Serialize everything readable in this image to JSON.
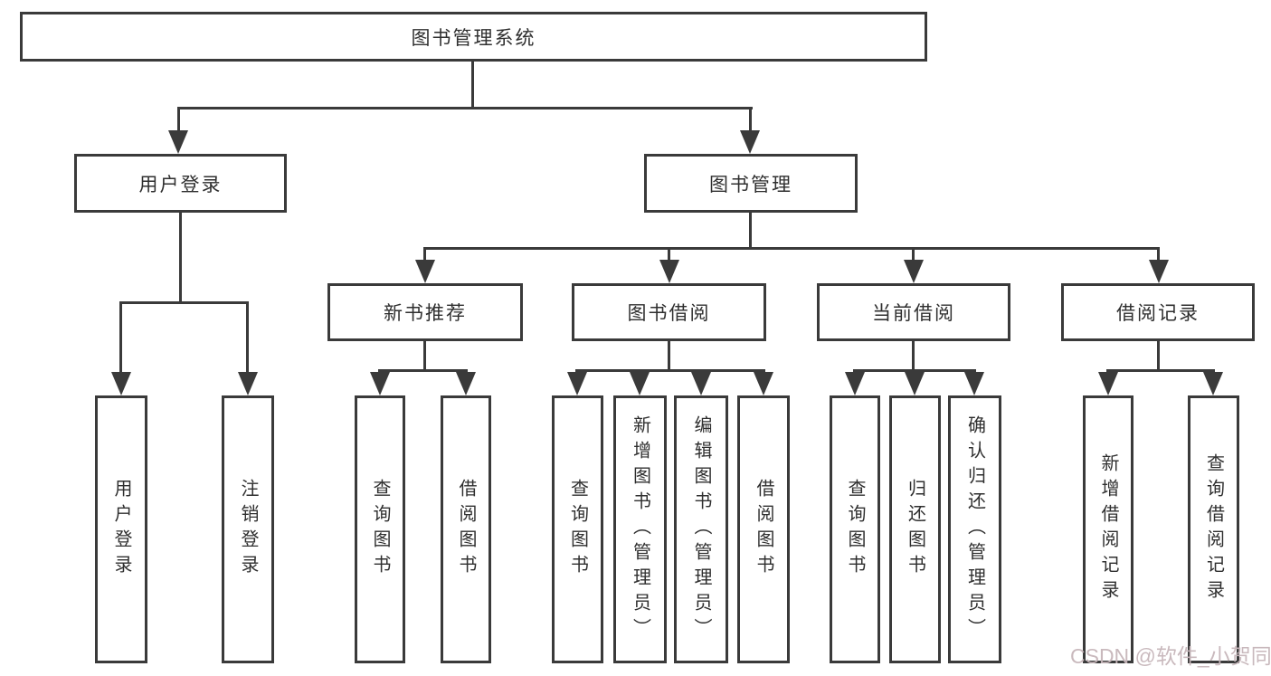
{
  "diagram": {
    "title": "图书管理系统",
    "watermark": "CSDN @软件_小贺同学",
    "colors": {
      "line": "#3a3a3a",
      "text": "#2f2f2f",
      "background": "#ffffff",
      "watermark": "#c7b6ba"
    },
    "nodes": {
      "root": {
        "label": "图书管理系统"
      },
      "level2": [
        {
          "label": "用户登录"
        },
        {
          "label": "图书管理"
        }
      ],
      "level3": [
        {
          "label": "新书推荐"
        },
        {
          "label": "图书借阅"
        },
        {
          "label": "当前借阅"
        },
        {
          "label": "借阅记录"
        }
      ],
      "leaves": {
        "login": [
          "用户登录",
          "注销登录"
        ],
        "recommend": [
          "查询图书",
          "借阅图书"
        ],
        "borrow": [
          "查询图书",
          "新增图书（管理员）",
          "编辑图书（管理员）",
          "借阅图书"
        ],
        "current": [
          "查询图书",
          "归还图书",
          "确认归还（管理员）"
        ],
        "records": [
          "新增借阅记录",
          "查询借阅记录"
        ]
      }
    }
  }
}
